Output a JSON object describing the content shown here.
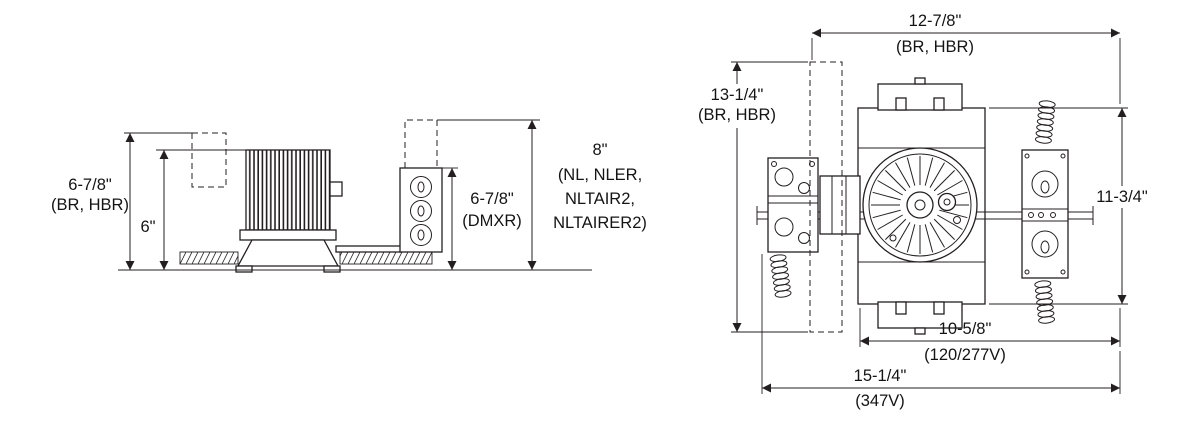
{
  "diagram": {
    "title": "recessed-downlight-dimension-drawing",
    "line_color": "#231f20",
    "side_view": {
      "overall_height": {
        "value": "6-7/8\"",
        "note": "(BR, HBR)"
      },
      "body_height": {
        "value": "6\""
      },
      "dmxr_height": {
        "value": "6-7/8\"",
        "note": "(DMXR)"
      },
      "housing_height": {
        "value": "8\"",
        "note1": "(NL, NLER,",
        "note2": "NLTAIR2,",
        "note3": "NLTAIRER2)"
      }
    },
    "top_view": {
      "frame_width": {
        "value": "12-7/8\"",
        "note": "(BR, HBR)"
      },
      "frame_height": {
        "value": "13-1/4\"",
        "note": "(BR, HBR)"
      },
      "pan_height": {
        "value": "11-3/4\""
      },
      "width_120_277v": {
        "value": "10-5/8\"",
        "note": "(120/277V)"
      },
      "width_347v": {
        "value": "15-1/4\"",
        "note": "(347V)"
      }
    }
  }
}
